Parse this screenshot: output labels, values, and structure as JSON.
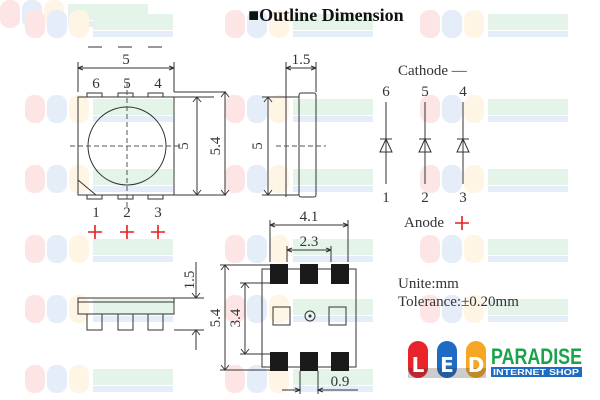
{
  "title": "■Outline Dimension",
  "top_view": {
    "width_label": "5",
    "pins_top": [
      "6",
      "5",
      "4"
    ],
    "pins_bottom": [
      "1",
      "2",
      "3"
    ],
    "height_inner": "5",
    "height_outer": "5.4"
  },
  "side_view": {
    "thickness": "1.5",
    "height": "5"
  },
  "schematic": {
    "cathode_label": "Cathode —",
    "anode_label": "Anode",
    "top_pins": [
      "6",
      "5",
      "4"
    ],
    "bottom_pins": [
      "1",
      "2",
      "3"
    ]
  },
  "bottom_view": {
    "pad_span": "4.1",
    "pad_gap": "2.3",
    "height_outer": "5.4",
    "height_inner": "3.4",
    "pad_width": "0.9",
    "side_thickness": "1.5"
  },
  "notes": {
    "unit": "Unite:mm",
    "tolerance": "Tolerance:±0.20mm"
  },
  "logo": {
    "letters": [
      "L",
      "E",
      "D"
    ],
    "name": "PARADISE",
    "tagline": "INTERNET SHOP"
  },
  "colors": {
    "red": "#e02020",
    "logo_red": "#e8232a",
    "logo_blue": "#1e6bc4",
    "logo_orange": "#f5a623",
    "logo_green": "#1aa34a"
  }
}
